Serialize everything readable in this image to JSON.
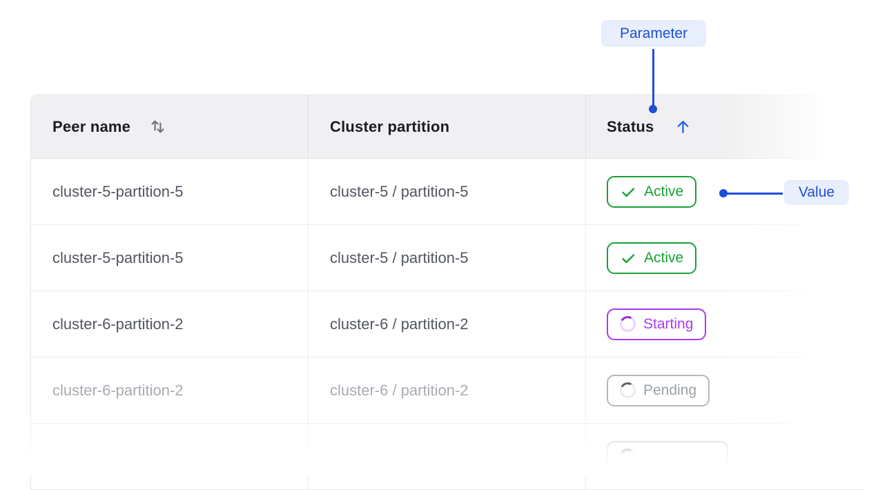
{
  "annotations": {
    "parameter_label": "Parameter",
    "value_label": "Value"
  },
  "colors": {
    "annotation_accent": "#1d4ed8",
    "annotation_pill_bg": "#e8effc",
    "status_active": "#16a133",
    "status_starting": "#a93bf2",
    "status_pending": "#9aa0a9"
  },
  "table": {
    "header": {
      "peer_name": {
        "label": "Peer name",
        "sort_icon": "sort-arrows-icon",
        "sort_direction": "none"
      },
      "cluster_partition": {
        "label": "Cluster partition"
      },
      "status": {
        "label": "Status",
        "sort_icon": "arrow-up-icon",
        "sort_direction": "ascending"
      }
    },
    "rows": [
      {
        "peer_name": "cluster-5-partition-5",
        "cluster_partition": "cluster-5 / partition-5",
        "status": "Active",
        "status_state": "active"
      },
      {
        "peer_name": "cluster-5-partition-5",
        "cluster_partition": "cluster-5 / partition-5",
        "status": "Active",
        "status_state": "active"
      },
      {
        "peer_name": "cluster-6-partition-2",
        "cluster_partition": "cluster-6 / partition-2",
        "status": "Starting",
        "status_state": "starting"
      },
      {
        "peer_name": "cluster-6-partition-2",
        "cluster_partition": "cluster-6 / partition-2",
        "status": "Pending",
        "status_state": "pending"
      },
      {
        "peer_name": "",
        "cluster_partition": "",
        "status": "",
        "status_state": "pending"
      }
    ]
  }
}
